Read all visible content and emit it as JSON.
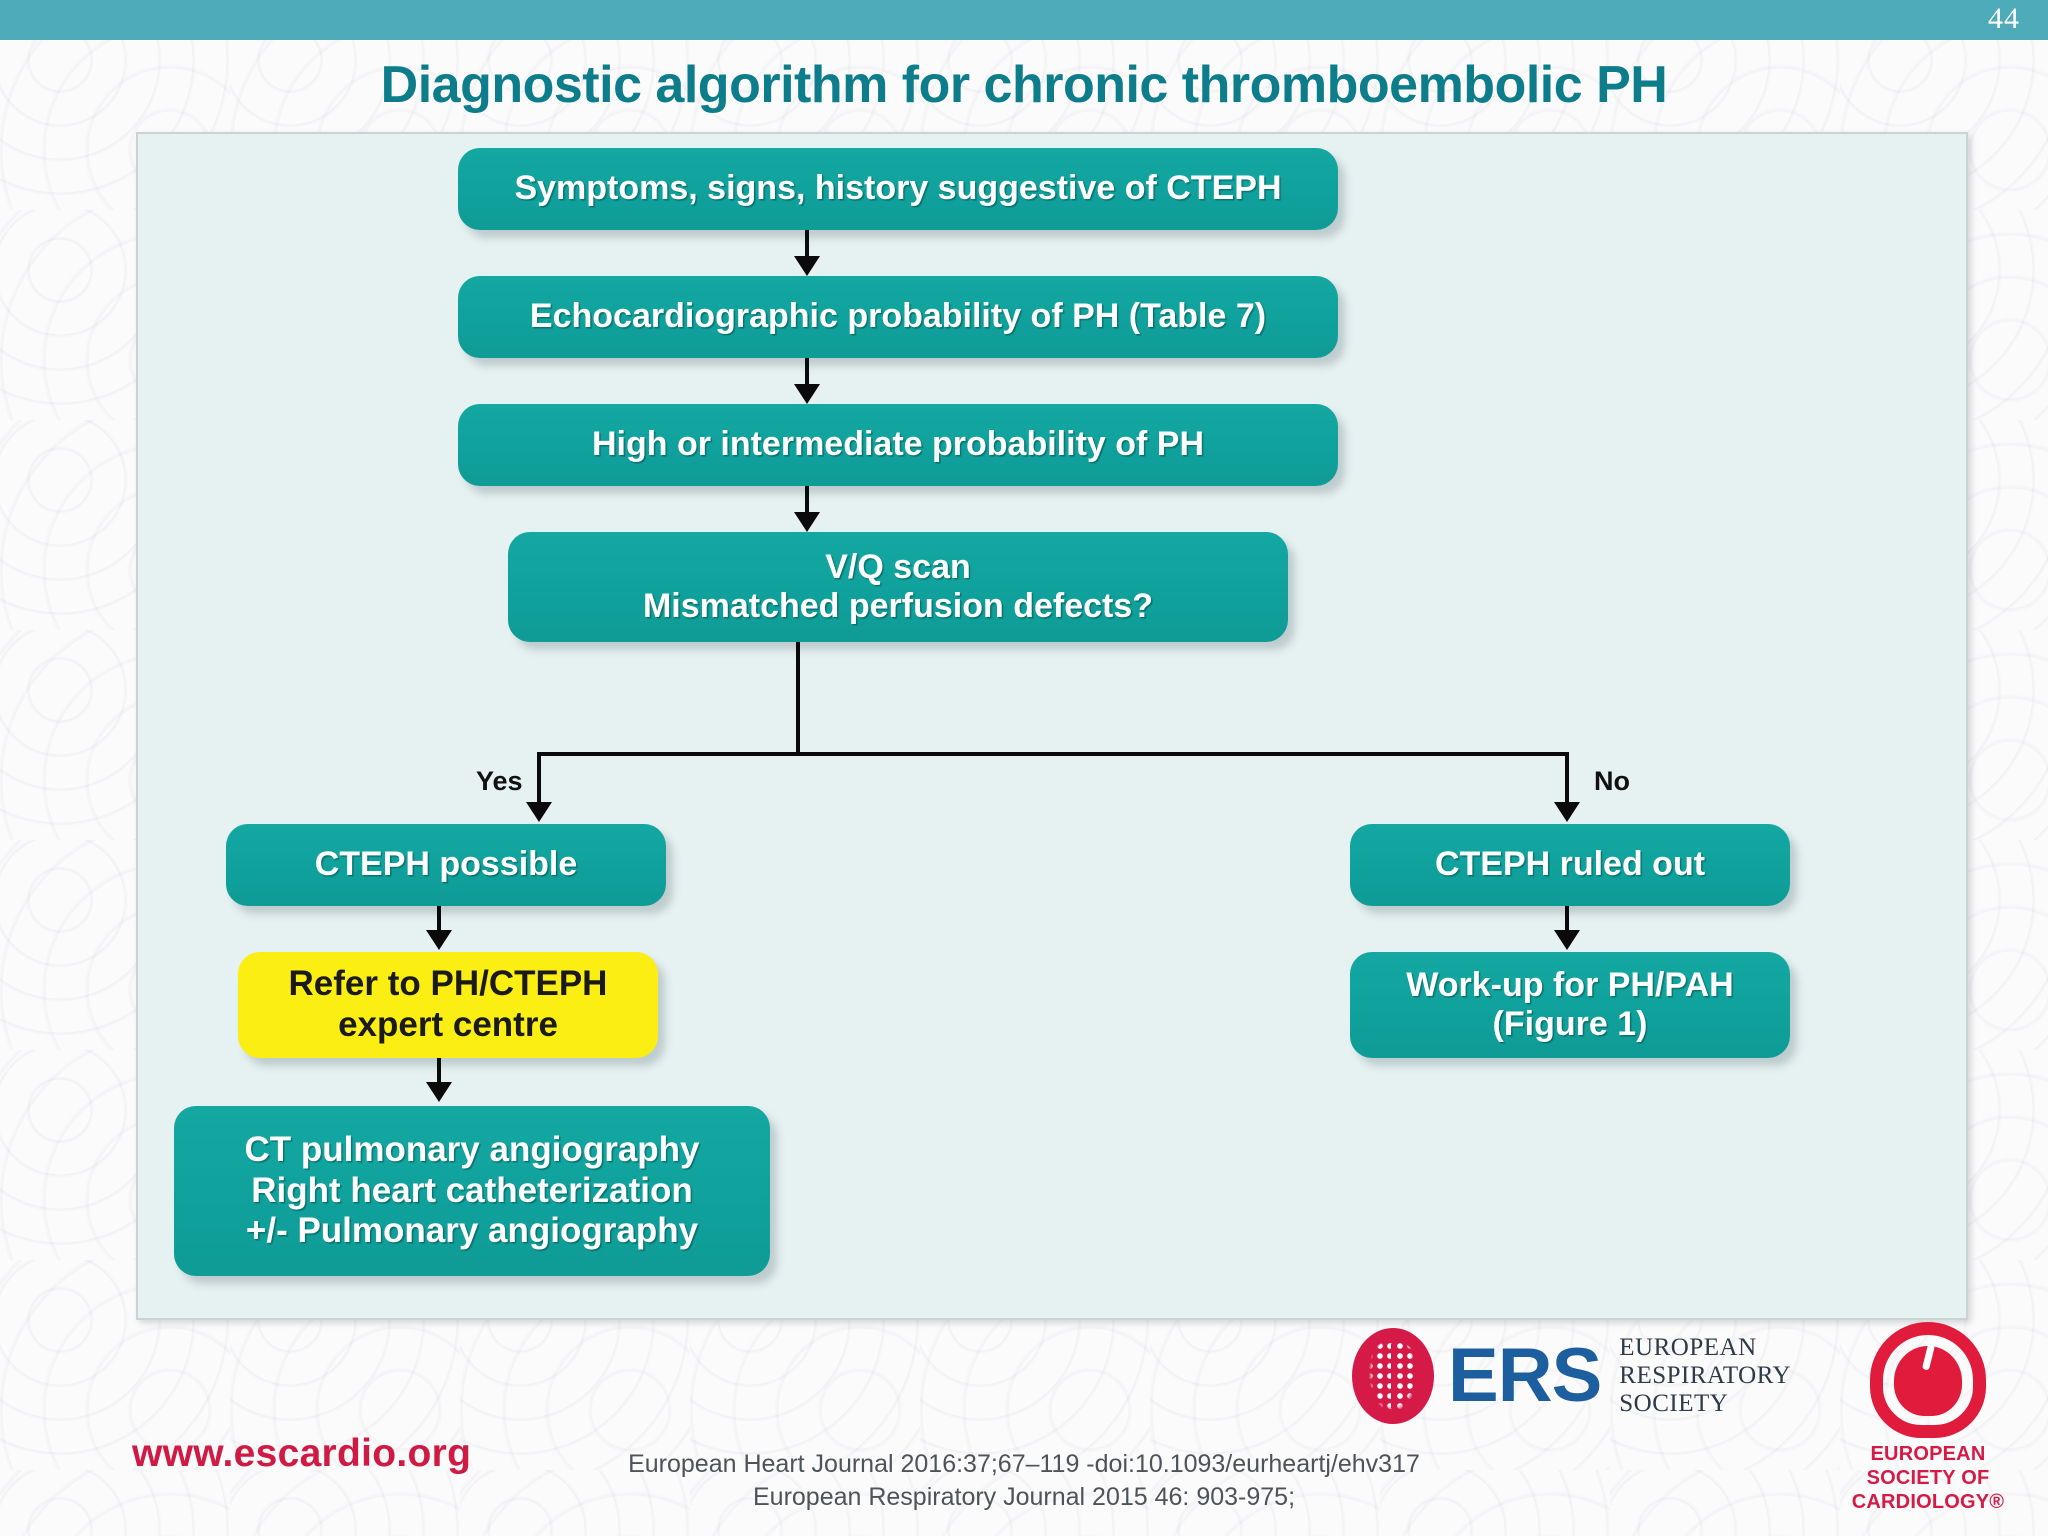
{
  "header": {
    "page_number": "44",
    "bar_color": "#4dabba"
  },
  "title": "Diagnostic algorithm for chronic thromboembolic PH",
  "colors": {
    "title_teal": "#0d7d8c",
    "node_teal": "#11a29d",
    "node_yellow": "#fbee13",
    "panel_background": "#e6f1f1",
    "url_red": "#cf1b44",
    "esc_red": "#e01b3c",
    "ers_blue": "#1d5f9e"
  },
  "flow": {
    "nodes": [
      {
        "id": "symptoms",
        "style": "teal",
        "lines": [
          "Symptoms, signs, history suggestive of CTEPH"
        ]
      },
      {
        "id": "echo",
        "style": "teal",
        "lines": [
          "Echocardiographic probability of PH (Table 7)"
        ]
      },
      {
        "id": "highprob",
        "style": "teal",
        "lines": [
          "High or intermediate probability of PH"
        ]
      },
      {
        "id": "vq",
        "style": "teal",
        "lines": [
          "V/Q scan",
          "Mismatched perfusion defects?"
        ]
      },
      {
        "id": "possible",
        "style": "teal",
        "lines": [
          "CTEPH possible"
        ]
      },
      {
        "id": "refer",
        "style": "yellow",
        "lines": [
          "Refer to PH/CTEPH",
          "expert centre"
        ]
      },
      {
        "id": "ctpa",
        "style": "teal",
        "lines": [
          "CT pulmonary angiography",
          "Right heart catheterization",
          "+/- Pulmonary angiography"
        ]
      },
      {
        "id": "ruledout",
        "style": "teal",
        "lines": [
          "CTEPH ruled out"
        ]
      },
      {
        "id": "workup",
        "style": "teal",
        "lines": [
          "Work-up for PH/PAH",
          "(Figure 1)"
        ]
      }
    ],
    "branch_labels": {
      "yes": "Yes",
      "no": "No"
    }
  },
  "footer": {
    "url": "www.escardio.org",
    "citation": [
      "European Heart Journal 2016:37;67–119 -doi:10.1093/eurheartj/ehv317",
      "European Respiratory Journal 2015 46: 903-975;"
    ],
    "ers": {
      "wordmark": "ERS",
      "fullname": [
        "EUROPEAN",
        "RESPIRATORY",
        "SOCIETY"
      ]
    },
    "esc": {
      "name": [
        "EUROPEAN",
        "SOCIETY OF",
        "CARDIOLOGY®"
      ]
    }
  }
}
